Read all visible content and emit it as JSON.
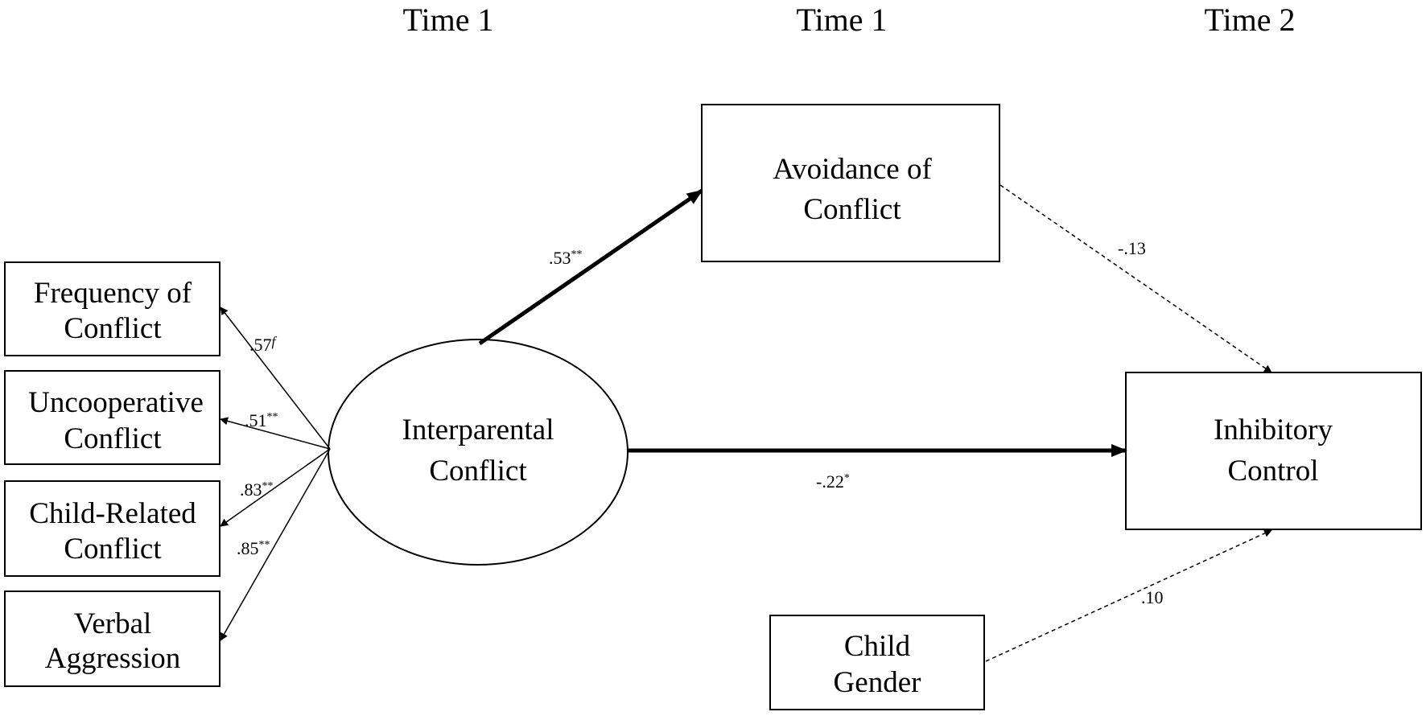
{
  "headers": {
    "col1": "Time 1",
    "col2": "Time 1",
    "col3": "Time 2"
  },
  "nodes": {
    "frequency": {
      "line1": "Frequency of",
      "line2": "Conflict"
    },
    "uncooperative": {
      "line1": "Uncooperative",
      "line2": "Conflict"
    },
    "child_related": {
      "line1": "Child-Related",
      "line2": "Conflict"
    },
    "verbal": {
      "line1": "Verbal",
      "line2": "Aggression"
    },
    "interparental": {
      "line1": "Interparental",
      "line2": "Conflict"
    },
    "avoidance": {
      "line1": "Avoidance of",
      "line2": "Conflict"
    },
    "inhibitory": {
      "line1": "Inhibitory",
      "line2": "Control"
    },
    "gender": {
      "line1": "Child",
      "line2": "Gender"
    }
  },
  "coefficients": {
    "frequency": {
      "value": ".57",
      "mark": "f"
    },
    "uncooperative": {
      "value": ".51",
      "mark": "**"
    },
    "child_related": {
      "value": ".83",
      "mark": "**"
    },
    "verbal": {
      "value": ".85",
      "mark": "**"
    },
    "interparental_to_avoidance": {
      "value": ".53",
      "mark": "**"
    },
    "avoidance_to_inhibitory": {
      "value": "-.13"
    },
    "interparental_to_inhibitory": {
      "value": "-.22",
      "mark": "*"
    },
    "gender_to_inhibitory": {
      "value": ".10"
    }
  }
}
